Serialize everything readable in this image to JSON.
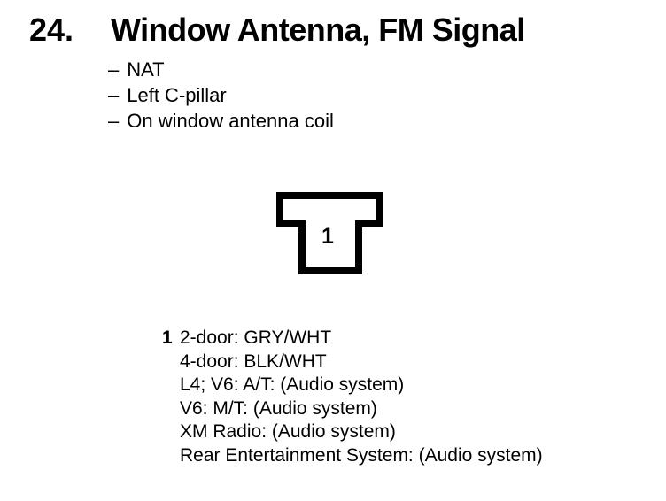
{
  "header": {
    "number": "24.",
    "title": "Window Antenna, FM Signal"
  },
  "bullet_char": "–",
  "bullets": [
    "NAT",
    "Left C-pillar",
    "On window antenna coil"
  ],
  "connector": {
    "pin_label": "1"
  },
  "legend": {
    "pin": "1",
    "lines": [
      "2-door: GRY/WHT",
      "4-door: BLK/WHT",
      "L4; V6: A/T: (Audio system)",
      "V6: M/T: (Audio system)",
      "XM Radio: (Audio system)",
      "Rear Entertainment System: (Audio system)"
    ]
  },
  "colors": {
    "ink": "#000000",
    "paper": "#ffffff"
  }
}
